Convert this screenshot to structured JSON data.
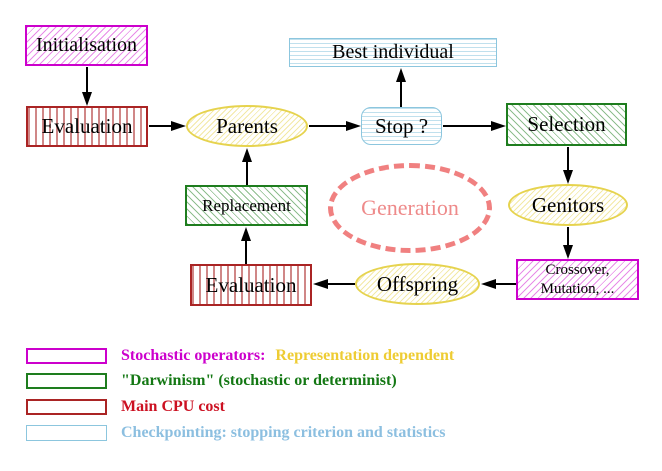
{
  "nodes": {
    "initialisation": {
      "label": "Initialisation"
    },
    "evaluation_top": {
      "label": "Evaluation"
    },
    "parents": {
      "label": "Parents"
    },
    "best_individual": {
      "label": "Best individual"
    },
    "stop": {
      "label": "Stop ?"
    },
    "selection": {
      "label": "Selection"
    },
    "replacement": {
      "label": "Replacement"
    },
    "generation": {
      "label": "Generation"
    },
    "genitors": {
      "label": "Genitors"
    },
    "evaluation_bottom": {
      "label": "Evaluation"
    },
    "offspring": {
      "label": "Offspring"
    },
    "crossover": {
      "line1": "Crossover,",
      "line2": "Mutation, ..."
    }
  },
  "legend": {
    "items": [
      {
        "swatch": "magenta-diagonal-hatch",
        "label": "Stochastic operators:",
        "label2": "Representation dependent"
      },
      {
        "swatch": "green-diagonal-hatch",
        "label": "\"Darwinism\" (stochastic or determinist)"
      },
      {
        "swatch": "red-vertical-stripes",
        "label": "Main CPU cost"
      },
      {
        "swatch": "cyan-horizontal-stripes",
        "label": "Checkpointing: stopping criterion and statistics"
      }
    ]
  },
  "colors": {
    "magenta": "#cc00cc",
    "green": "#1e7d1e",
    "red": "#aa2424",
    "yellow": "#e6d34e",
    "cyan": "#8cc6de",
    "coral": "#f08080",
    "coral-text": "#ee8a8a",
    "gold-text": "#eecc33",
    "green-text": "#147814",
    "crimson-text": "#cc1122",
    "lightblue-text": "#8cbfe0"
  }
}
